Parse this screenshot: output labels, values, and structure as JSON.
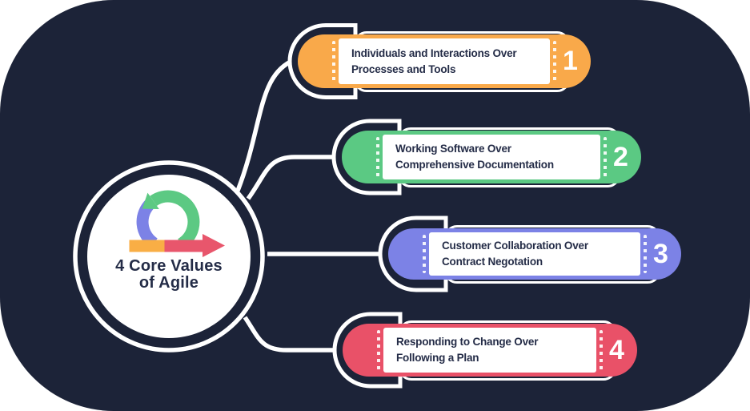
{
  "page": {
    "background": "#FFFFFF",
    "card_color": "#1C2338",
    "line_color": "#FFFFFF",
    "text_color": "#242C47"
  },
  "center": {
    "title_line1": "4 Core Values",
    "title_line2": "of Agile",
    "icon": "agile-sprint-loop-icon",
    "icon_colors": {
      "loop_green": "#5CC983",
      "loop_purple": "#7C82E6",
      "bar_orange": "#F9AE45",
      "arrow_red": "#E8566C"
    }
  },
  "values": [
    {
      "number": "1",
      "line1": "Individuals and Interactions Over",
      "line2": "Processes and Tools",
      "color": "#F9A94A"
    },
    {
      "number": "2",
      "line1": "Working Software Over",
      "line2": "Comprehensive Documentation",
      "color": "#5BC983"
    },
    {
      "number": "3",
      "line1": "Customer Collaboration Over",
      "line2": "Contract Negotation",
      "color": "#7C82E6"
    },
    {
      "number": "4",
      "line1": "Responding to Change Over",
      "line2": "Following a Plan",
      "color": "#E95168"
    }
  ]
}
